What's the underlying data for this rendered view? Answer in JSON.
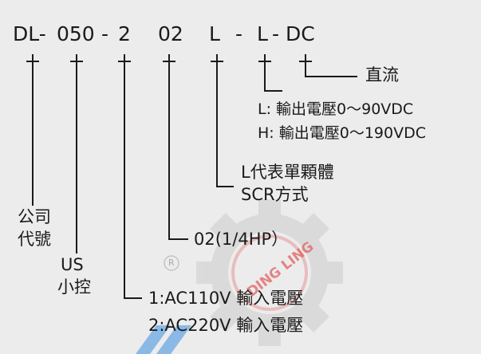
{
  "model_code": {
    "p1": "DL-",
    "p2": "050",
    "d1": "-",
    "p3": "2",
    "p4": "02",
    "p5": "L",
    "d2": "-",
    "p6": "L",
    "d3": "-",
    "p7": "DC"
  },
  "labels": {
    "dc": "直流",
    "output_l": "L: 輸出電壓0～90VDC",
    "output_h": "H: 輸出電壓0～190VDC",
    "scr_line1": "L代表單顆體",
    "scr_line2": "SCR方式",
    "hp": "02(1/4HP）",
    "company_line1": "公司",
    "company_line2": "代號",
    "us_line1": "US",
    "us_line2": "小控",
    "input_1": "1:AC110V 輸入電壓",
    "input_2": "2:AC220V 輸入電壓"
  },
  "watermark": {
    "text": "DING LING",
    "registered": "R",
    "gear_color": "#d8d8d8",
    "circle_color": "#e8b8b8",
    "text_color": "#e26060",
    "accent_color": "#3a8fe0"
  }
}
